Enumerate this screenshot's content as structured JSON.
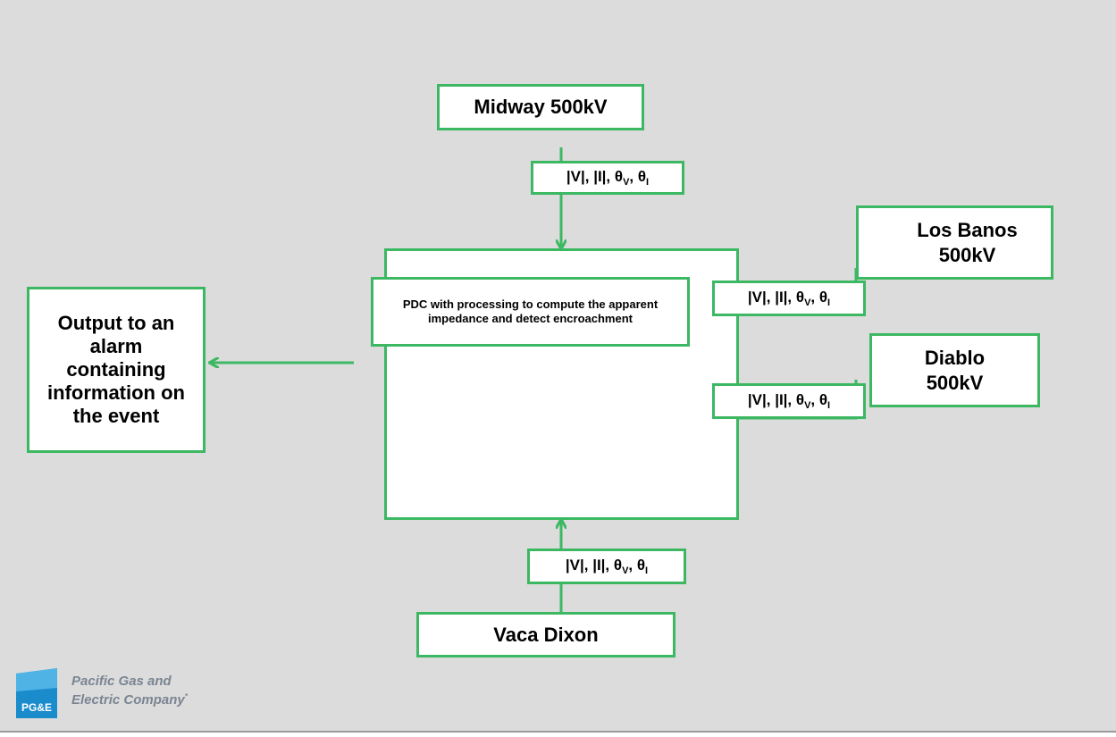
{
  "colors": {
    "box_border": "#3cb862",
    "background": "#dcdcdc",
    "logo_blue": "#1a8bcb"
  },
  "stations": {
    "midway": "Midway 500kV",
    "los_banos_line1": "Los Banos",
    "los_banos_line2": "500kV",
    "diablo_line1": "Diablo",
    "diablo_line2": "500kV",
    "vaca_dixon": "Vaca Dixon"
  },
  "measurement": {
    "prefix": "|V|, |I|, θ",
    "sub_v": "V",
    "sep": ", θ",
    "sub_i": "I"
  },
  "pdc": {
    "text": "PDC with processing to compute the apparent impedance and detect encroachment"
  },
  "output": {
    "text": "Output to an alarm containing information on the event"
  },
  "logo": {
    "line1": "Pacific Gas and",
    "line2": "Electric Company",
    "mark_text": "PG&E"
  }
}
